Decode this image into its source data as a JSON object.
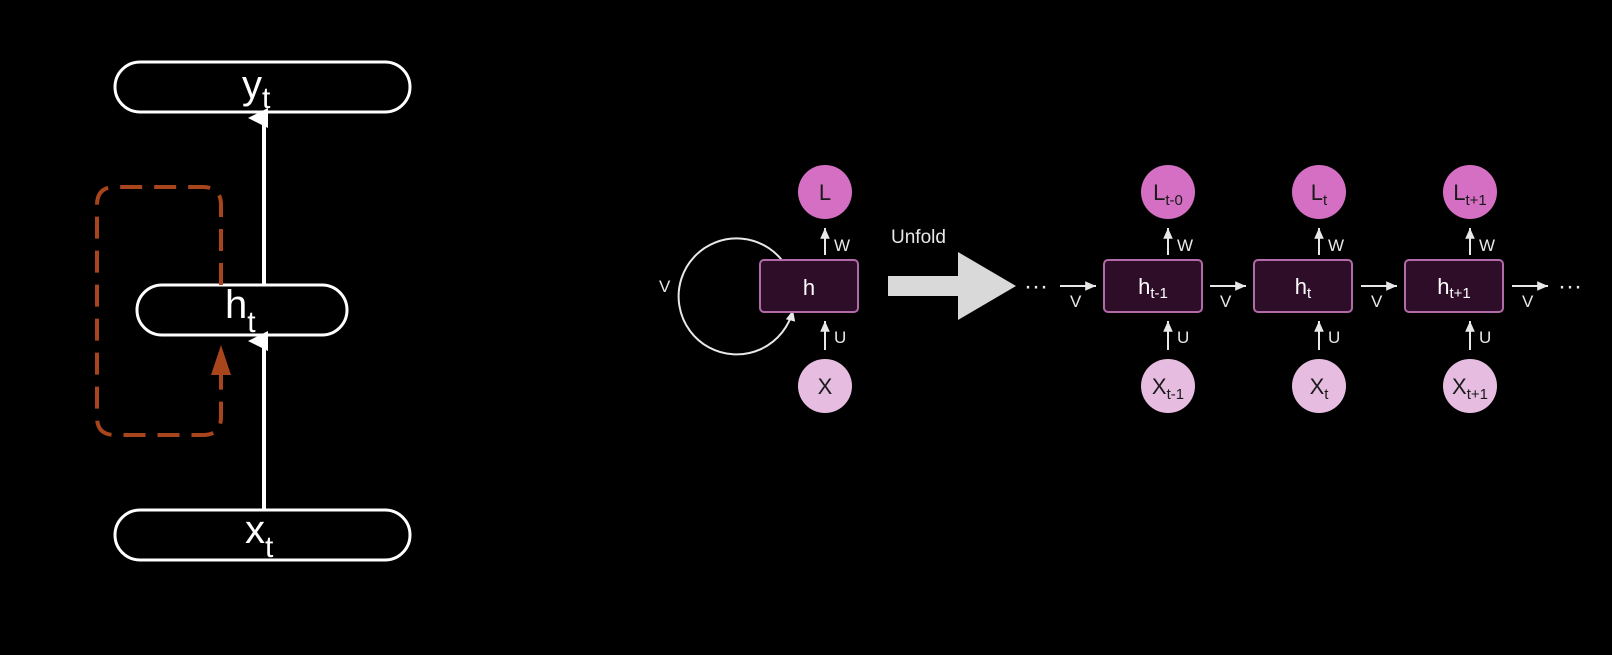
{
  "left_diagram": {
    "output": {
      "main": "y",
      "sub": "t"
    },
    "hidden": {
      "main": "h",
      "sub": "t"
    },
    "input": {
      "main": "x",
      "sub": "t"
    },
    "colors": {
      "loop": "#a8451c",
      "stroke": "#ffffff"
    }
  },
  "rolled": {
    "loss": "L",
    "hidden": "h",
    "input": "X",
    "w_label": "W",
    "u_label": "U",
    "v_label": "V"
  },
  "unfold_label": "Unfold",
  "steps": [
    {
      "loss": {
        "main": "L",
        "sub": "t-0"
      },
      "hidden": {
        "main": "h",
        "sub": "t-1"
      },
      "input": {
        "main": "X",
        "sub": "t-1"
      },
      "w_label": "W",
      "u_label": "U"
    },
    {
      "loss": {
        "main": "L",
        "sub": "t"
      },
      "hidden": {
        "main": "h",
        "sub": "t"
      },
      "input": {
        "main": "X",
        "sub": "t"
      },
      "w_label": "W",
      "u_label": "U"
    },
    {
      "loss": {
        "main": "L",
        "sub": "t+1"
      },
      "hidden": {
        "main": "h",
        "sub": "t+1"
      },
      "input": {
        "main": "X",
        "sub": "t+1"
      },
      "w_label": "W",
      "u_label": "U"
    }
  ],
  "chain_v_labels": [
    "V",
    "V",
    "V",
    "V"
  ],
  "ellipsis": "···",
  "colors": {
    "loss_circle": "#d46fc3",
    "input_circle": "#e6bde1",
    "hidden_fill": "#2e0d28",
    "hidden_stroke": "#b36aa8",
    "arrow_gray": "#d9d9d9"
  }
}
